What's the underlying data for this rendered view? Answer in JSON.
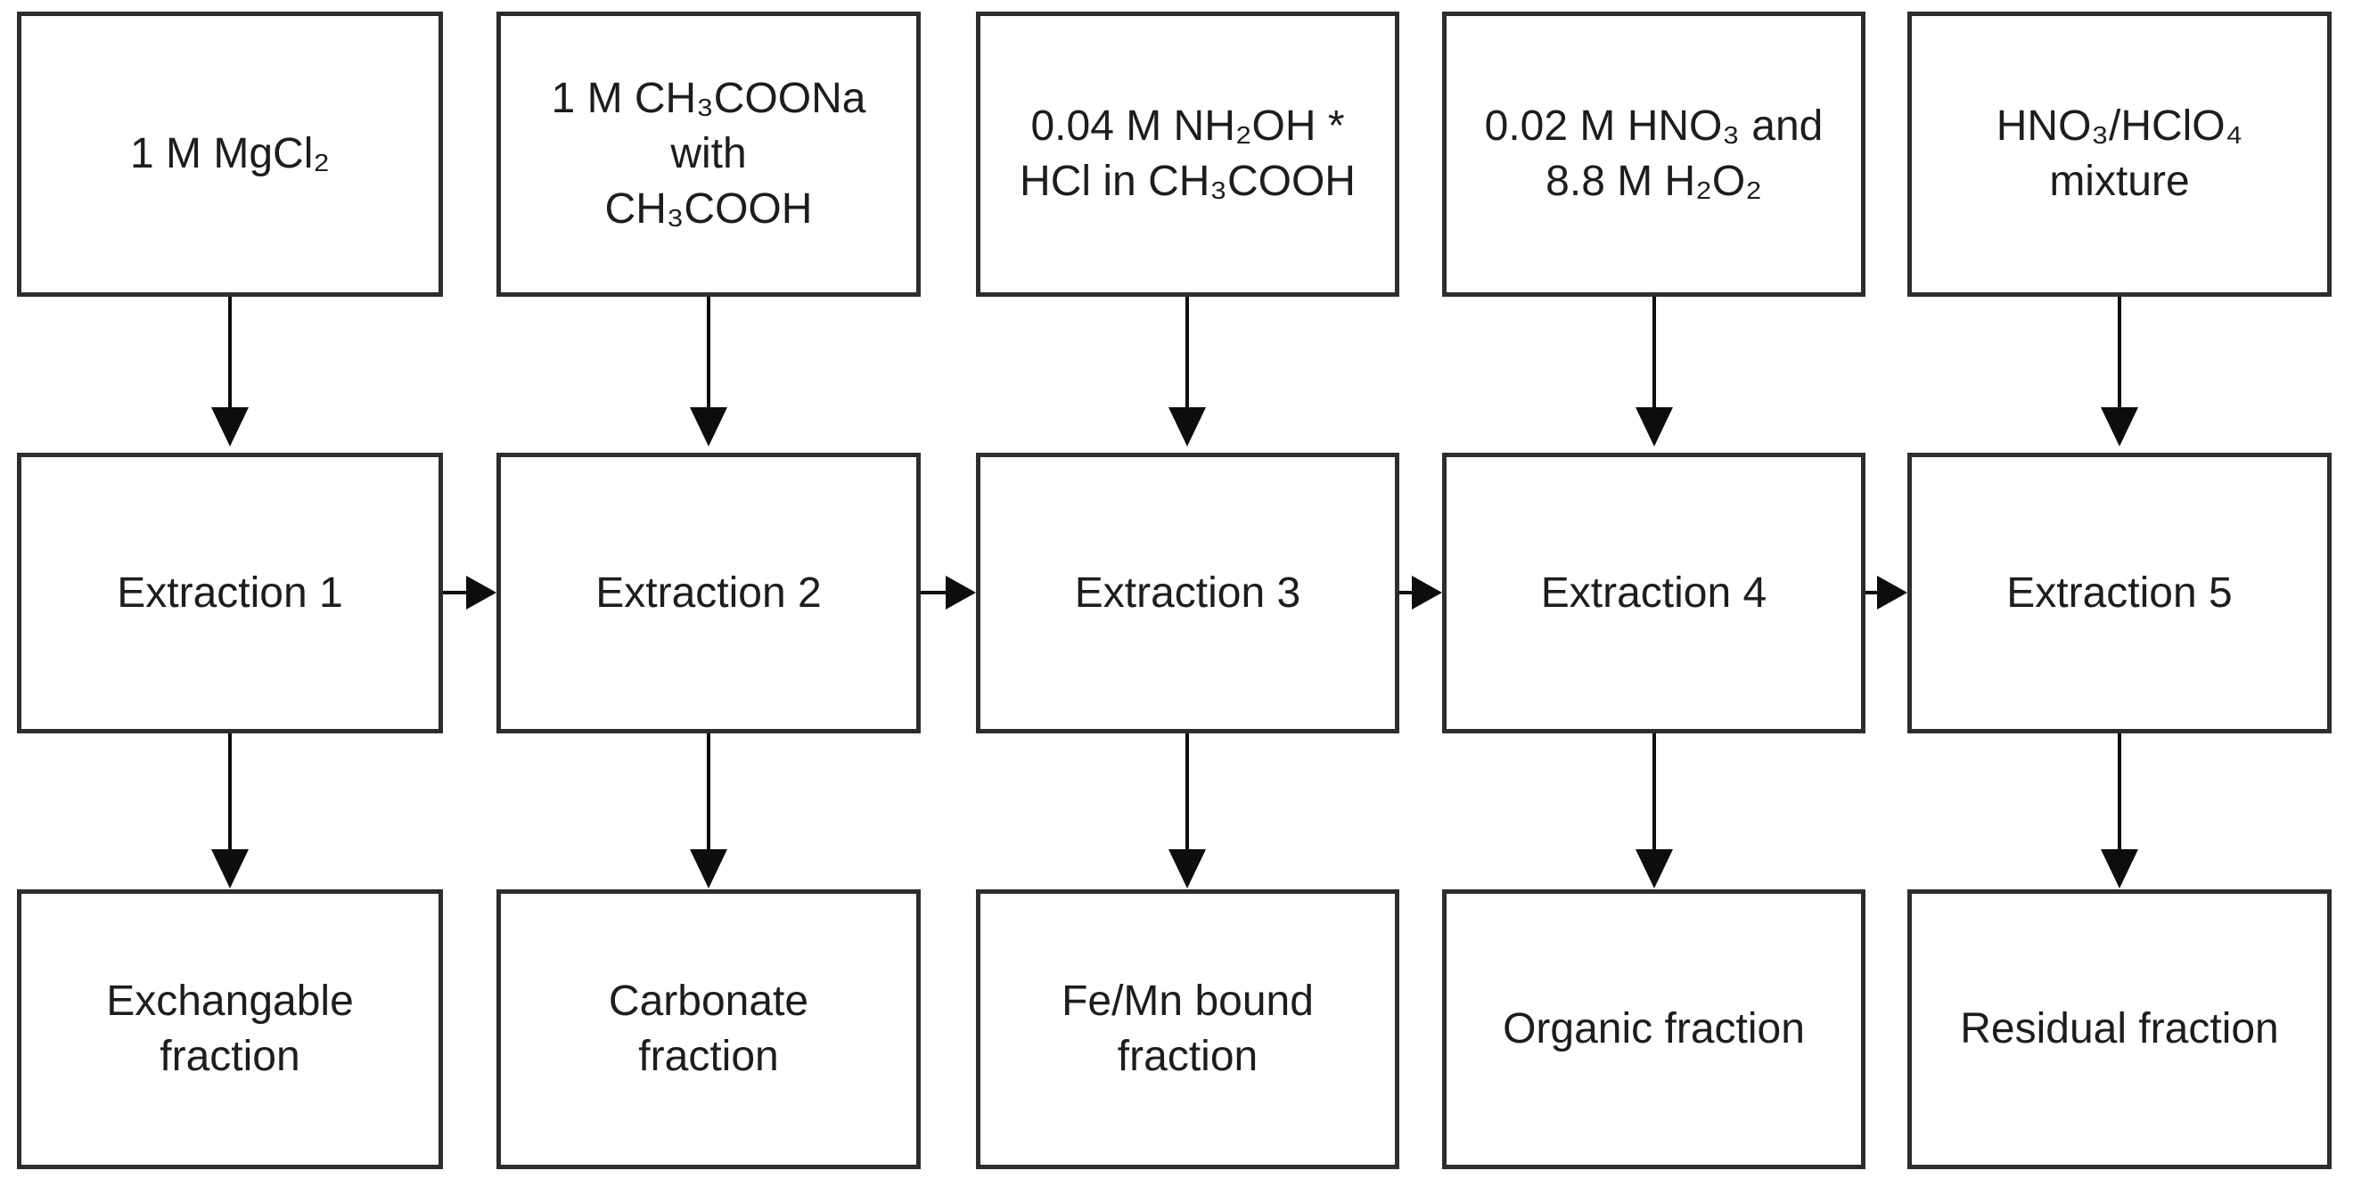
{
  "diagram_type": "sequential-extraction-flowchart",
  "columns": [
    {
      "reagent": "1 M MgCl₂",
      "extraction": "Extraction 1",
      "fraction": "Exchangable\nfraction"
    },
    {
      "reagent": "1 M CH₃COONa\nwith\nCH₃COOH",
      "extraction": "Extraction 2",
      "fraction": "Carbonate\nfraction"
    },
    {
      "reagent": "0.04 M NH₂OH *\nHCl in CH₃COOH",
      "extraction": "Extraction 3",
      "fraction": "Fe/Mn bound\nfraction"
    },
    {
      "reagent": "0.02 M HNO₃ and\n8.8 M H₂O₂",
      "extraction": "Extraction 4",
      "fraction": "Organic fraction"
    },
    {
      "reagent": "HNO₃/HClO₄\nmixture",
      "extraction": "Extraction 5",
      "fraction": "Residual fraction"
    }
  ],
  "colors": {
    "background": "#ffffff",
    "box_border": "#2d2d2d",
    "text": "#1d1d1d",
    "arrow": "#0d0d0d"
  }
}
